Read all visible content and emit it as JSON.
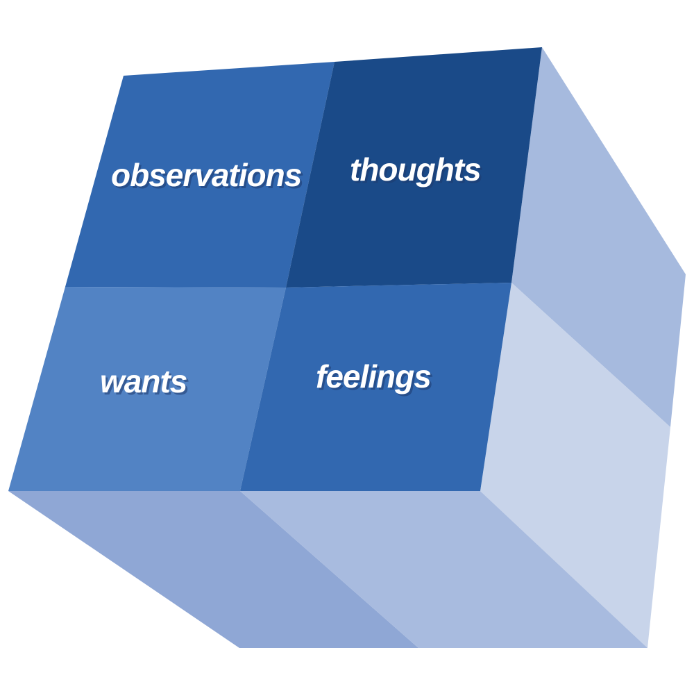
{
  "diagram": {
    "quadrants": [
      {
        "key": "top-left",
        "label": "observations",
        "color": "#3268B0"
      },
      {
        "key": "top-right",
        "label": "thoughts",
        "color": "#1A4A88"
      },
      {
        "key": "bottom-left",
        "label": "wants",
        "color": "#5283C4"
      },
      {
        "key": "bottom-right",
        "label": "feelings",
        "color": "#3268B0"
      }
    ],
    "side_colors": {
      "right_upper": "#A6BADE",
      "right_lower": "#C8D4EA",
      "bottom_left": "#8FA7D5",
      "bottom_right": "#A8BBDF"
    },
    "label_color": "#FFFFFF"
  }
}
